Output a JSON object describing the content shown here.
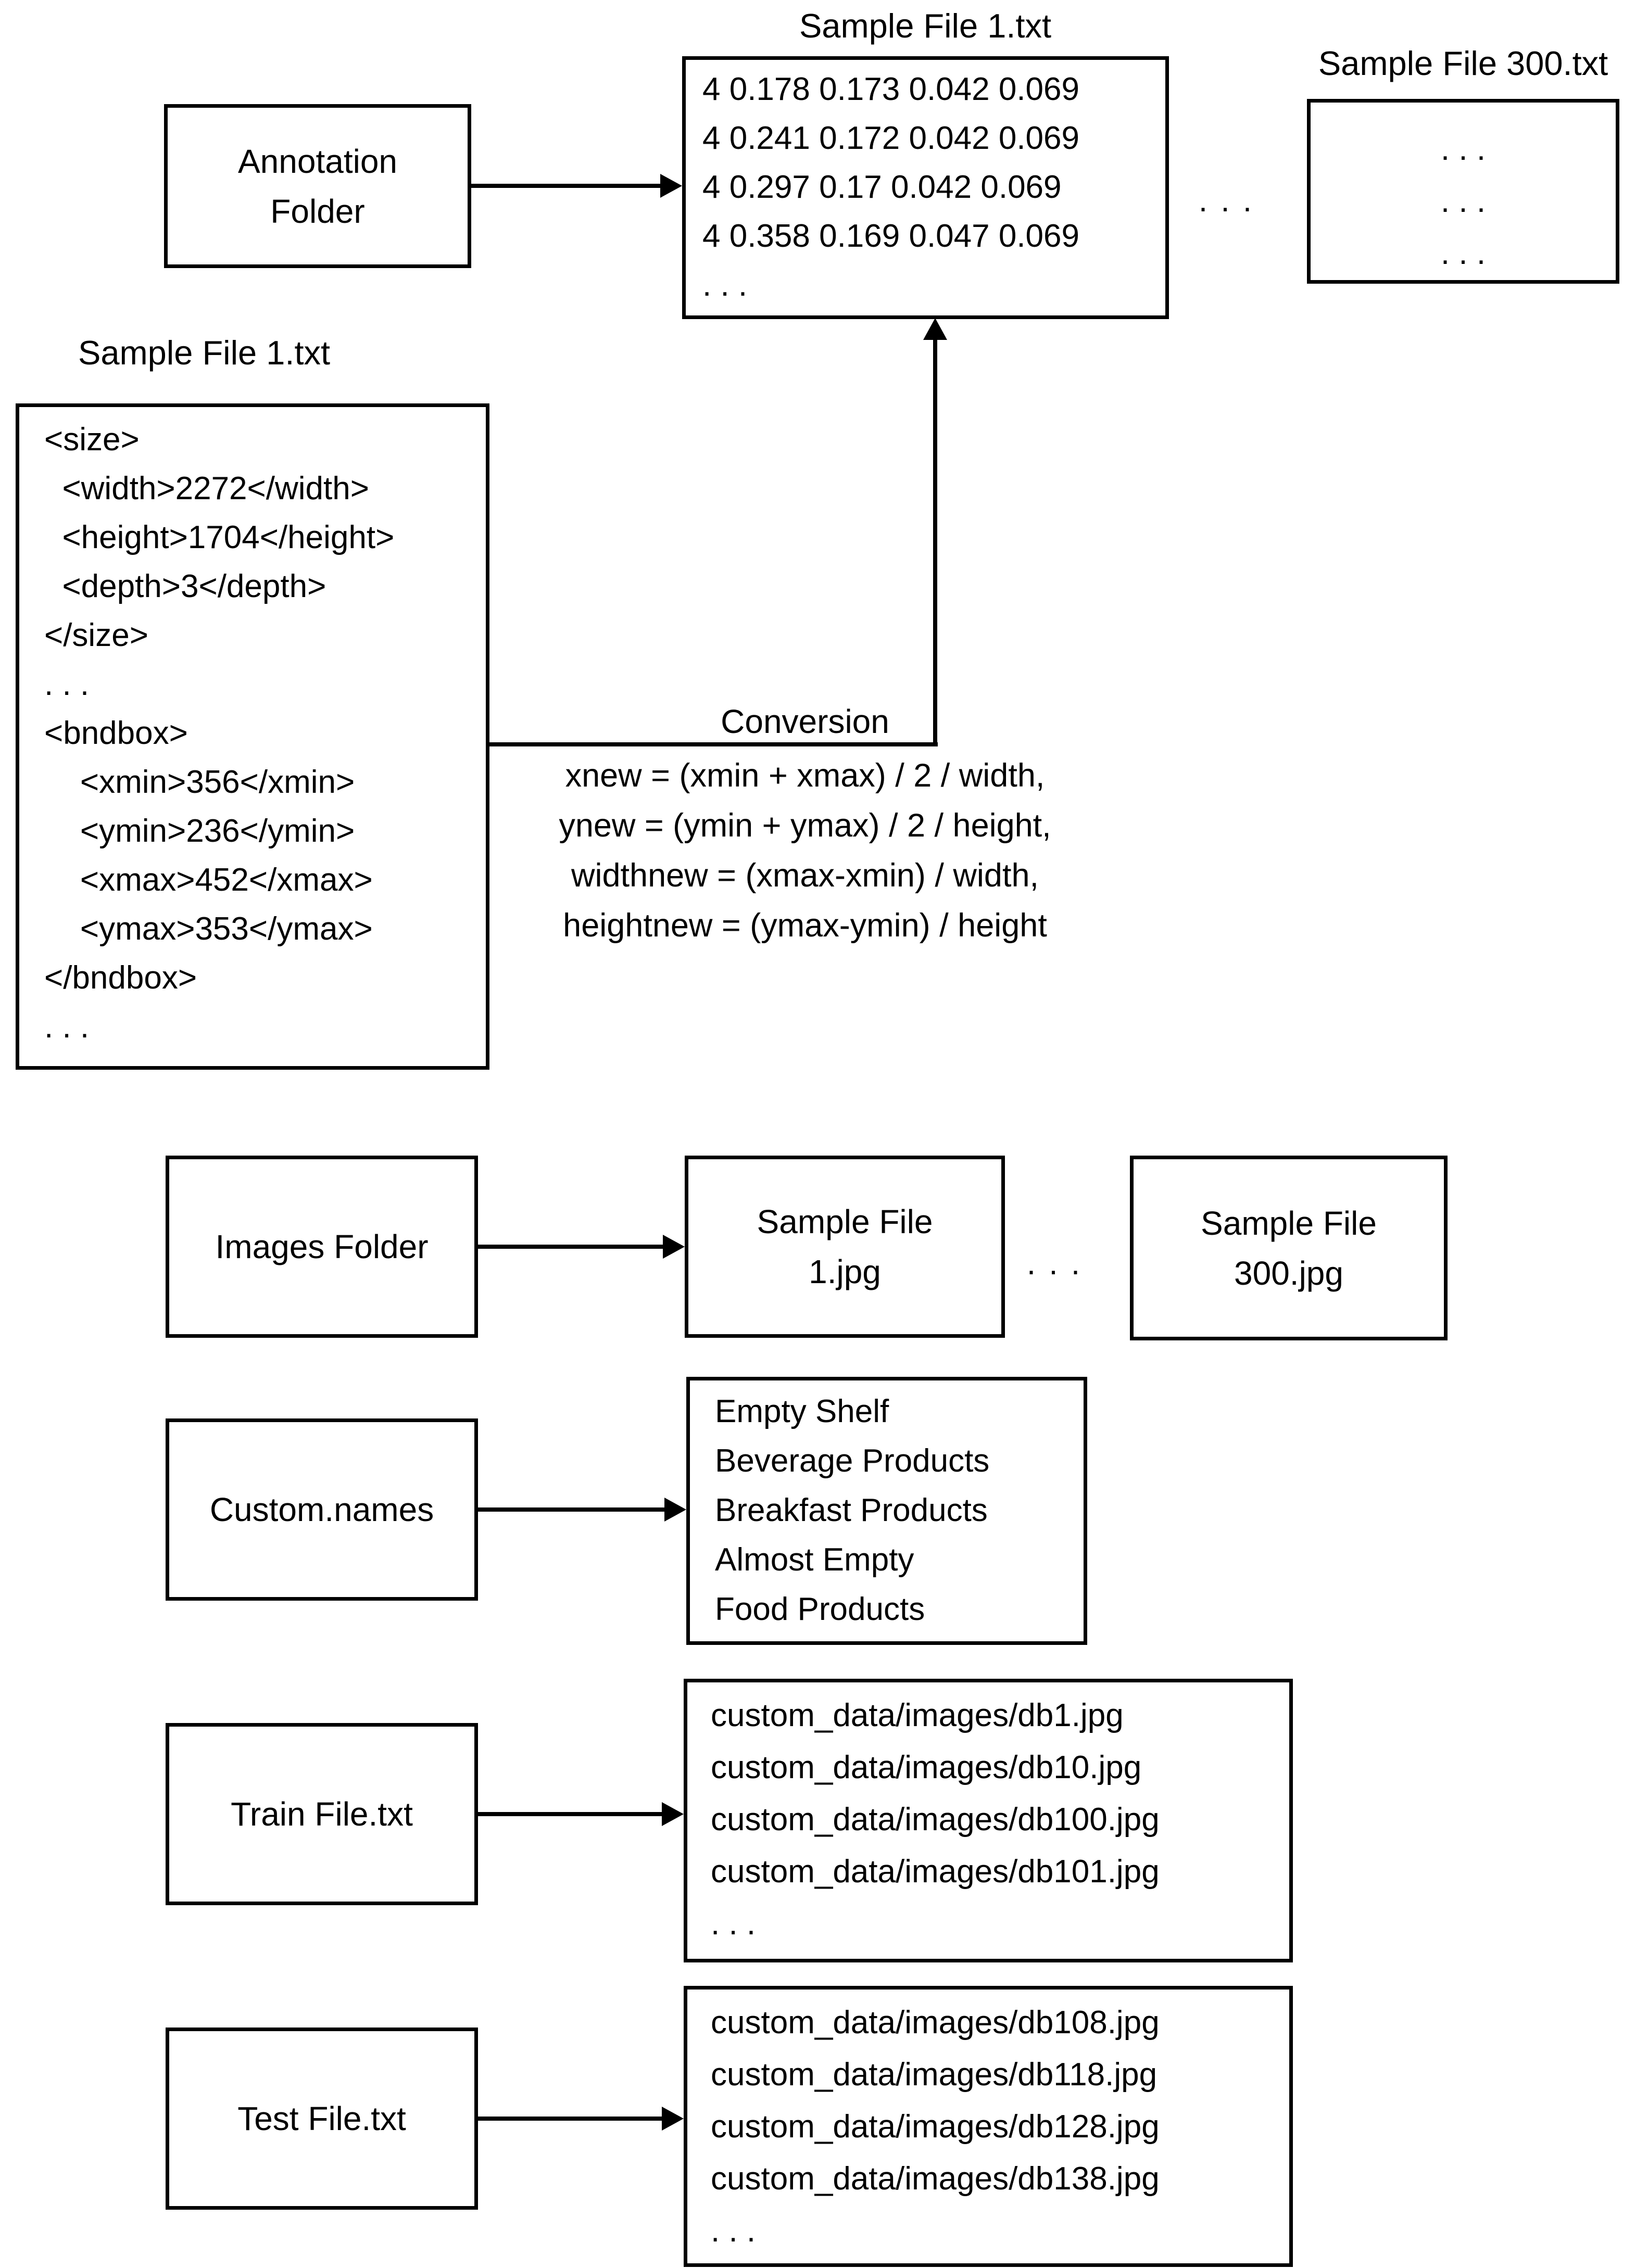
{
  "top_row": {
    "annotation_folder_lines": [
      "Annotation",
      "Folder"
    ],
    "sample1_title": "Sample File 1.txt",
    "sample1_lines": [
      "4 0.178 0.173 0.042 0.069",
      "4 0.241 0.172 0.042 0.069",
      "4 0.297 0.17 0.042 0.069",
      "4 0.358 0.169 0.047 0.069",
      ". . ."
    ],
    "between_ellipsis": ". . .",
    "sample300_title": "Sample File 300.txt",
    "sample300_lines": [
      ". . .",
      ". . .",
      ". . ."
    ]
  },
  "xml_file": {
    "title": "Sample File 1.txt",
    "lines": [
      "<size>",
      "  <width>2272</width>",
      "  <height>1704</height>",
      "  <depth>3</depth>",
      "</size>",
      ". . .",
      "<bndbox>",
      "    <xmin>356</xmin>",
      "    <ymin>236</ymin>",
      "    <xmax>452</xmax>",
      "    <ymax>353</ymax>",
      "</bndbox>",
      ". . ."
    ]
  },
  "conversion": {
    "title": "Conversion",
    "formulas": [
      "xnew = (xmin + xmax) / 2 / width,",
      "ynew = (ymin + ymax) / 2 / height,",
      "widthnew = (xmax-xmin) / width,",
      "heightnew = (ymax-ymin) / height"
    ]
  },
  "images_row": {
    "folder_label": "Images Folder",
    "sample1_lines": [
      "Sample File",
      "1.jpg"
    ],
    "between_ellipsis": ". . .",
    "sample300_lines": [
      "Sample File",
      "300.jpg"
    ]
  },
  "names_row": {
    "file_label": "Custom.names",
    "class_names": [
      "Empty Shelf",
      "Beverage Products",
      "Breakfast Products",
      "Almost Empty",
      "Food Products"
    ]
  },
  "train_row": {
    "file_label": "Train File.txt",
    "paths": [
      "custom_data/images/db1.jpg",
      "custom_data/images/db10.jpg",
      "custom_data/images/db100.jpg",
      "custom_data/images/db101.jpg",
      ". . ."
    ]
  },
  "test_row": {
    "file_label": "Test File.txt",
    "paths": [
      "custom_data/images/db108.jpg",
      "custom_data/images/db118.jpg",
      "custom_data/images/db128.jpg",
      "custom_data/images/db138.jpg",
      ". . ."
    ]
  }
}
